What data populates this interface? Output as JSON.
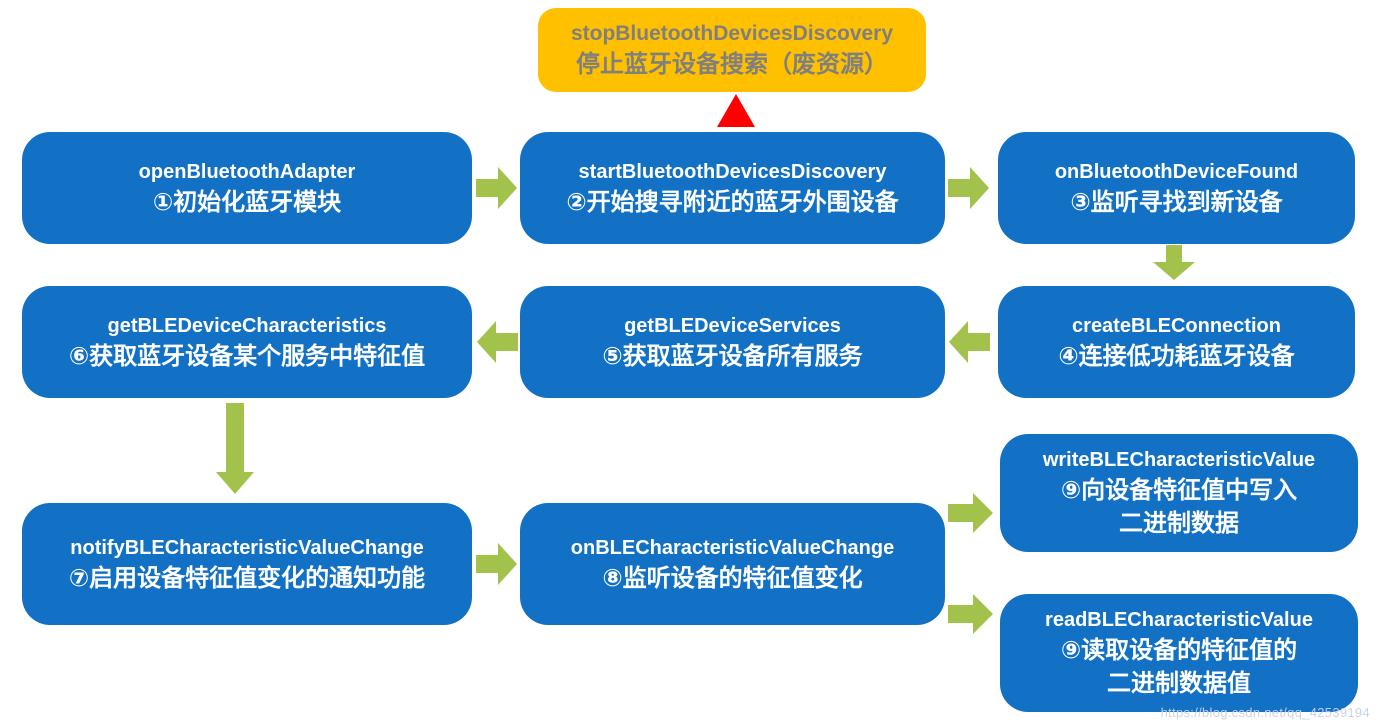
{
  "diagram": {
    "watermark": "https://blog.csdn.net/qq_42539194",
    "colors": {
      "node_blue": "#1271C4",
      "callout_orange": "#FFC000",
      "callout_text_gray": "#7F7F7F",
      "arrow_green": "#A3C24C",
      "pointer_red": "#FE0000",
      "node_text_white": "#FFFFFF"
    },
    "nodes": {
      "stop": {
        "api": "stopBluetoothDevicesDiscovery",
        "desc": "停止蓝牙设备搜索（废资源）"
      },
      "open": {
        "api": "openBluetoothAdapter",
        "desc": "①初始化蓝牙模块"
      },
      "start": {
        "api": "startBluetoothDevicesDiscovery",
        "desc": "②开始搜寻附近的蓝牙外围设备"
      },
      "found": {
        "api": "onBluetoothDeviceFound",
        "desc": "③监听寻找到新设备"
      },
      "connect": {
        "api": "createBLEConnection",
        "desc": "④连接低功耗蓝牙设备"
      },
      "services": {
        "api": "getBLEDeviceServices",
        "desc": "⑤获取蓝牙设备所有服务"
      },
      "characteristics": {
        "api": "getBLEDeviceCharacteristics",
        "desc": "⑥获取蓝牙设备某个服务中特征值"
      },
      "notify": {
        "api": "notifyBLECharacteristicValueChange",
        "desc": "⑦启用设备特征值变化的通知功能"
      },
      "onchange": {
        "api": "onBLECharacteristicValueChange",
        "desc": "⑧监听设备的特征值变化"
      },
      "write": {
        "api": "writeBLECharacteristicValue",
        "desc": "⑨向设备特征值中写入\n二进制数据"
      },
      "read": {
        "api": "readBLECharacteristicValue",
        "desc": "⑨读取设备的特征值的\n二进制数据值"
      }
    }
  }
}
